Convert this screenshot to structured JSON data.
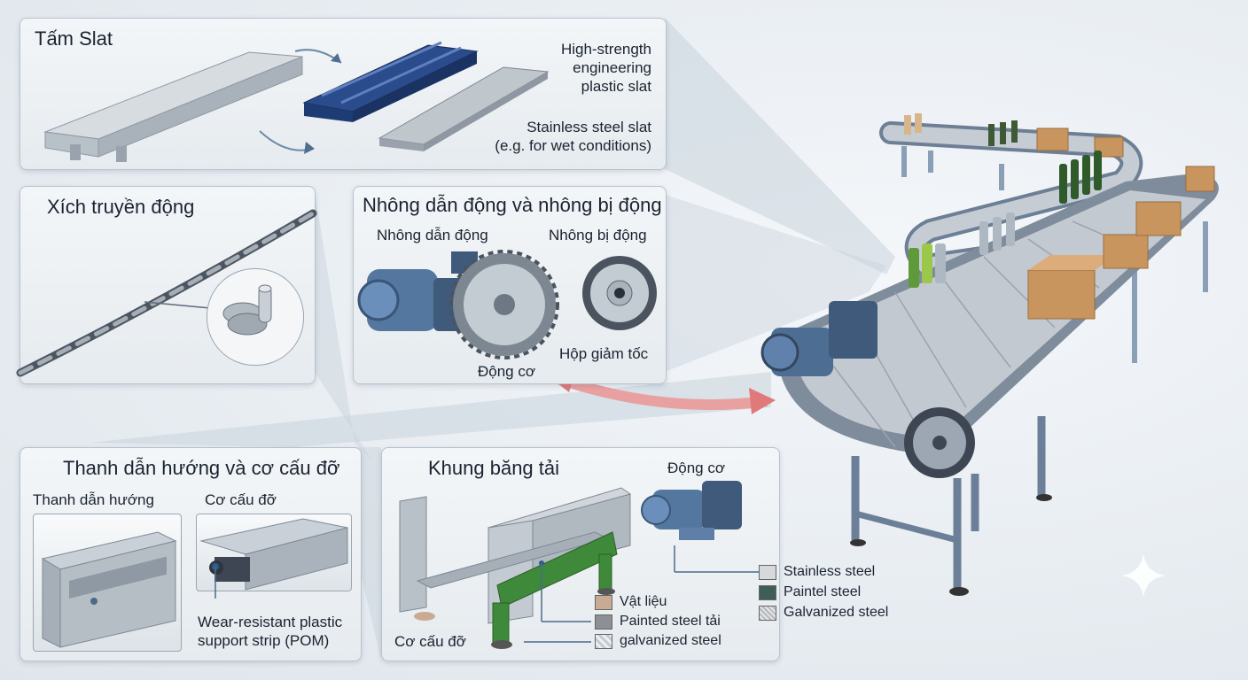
{
  "panels": {
    "slat": {
      "title": "Tấm Slat",
      "plastic_label": "High-strength\nengineering\nplastic slat",
      "plastic_lines": [
        "High-strength",
        "engineering",
        "plastic slat"
      ],
      "steel_lines": [
        "Stainless steel slat",
        "(e.g. for wet conditions)"
      ]
    },
    "chain": {
      "title": "Xích truyền động"
    },
    "sprocket": {
      "title": "Nhông dẫn động và nhông bị động",
      "drive_label": "Nhông dẫn động",
      "driven_label": "Nhông bị động",
      "gearbox_label": "Hộp giảm tốc",
      "motor_label": "Động cơ"
    },
    "guide": {
      "title": "Thanh dẫn hướng và cơ cấu đỡ",
      "rail_label": "Thanh dẫn hướng",
      "support_label": "Cơ cấu đỡ",
      "strip_lines": [
        "Wear-resistant plastic",
        "support strip (POM)"
      ]
    },
    "frame": {
      "title": "Khung băng tải",
      "motor_label": "Động cơ",
      "support_label": "Cơ cấu đỡ",
      "materials": [
        {
          "label": "Vật liệu",
          "color": "#c9ab94"
        },
        {
          "label": "Painted steel tải",
          "color": "#8c8f93"
        },
        {
          "label": "galvanized steel",
          "color": "#c3ccd3"
        }
      ]
    }
  },
  "legend": [
    {
      "label": "Stainless steel",
      "color": "#d6d9dc"
    },
    {
      "label": "Paintel steel",
      "color": "#3f5f56"
    },
    {
      "label": "Galvanized steel",
      "color": "#b4b8bb"
    }
  ],
  "colors": {
    "slat_blue": "#1f3b73",
    "frame_green": "#3f8a3a",
    "arrow_red": "#e07a7a",
    "motor_blue": "#5477a0"
  }
}
